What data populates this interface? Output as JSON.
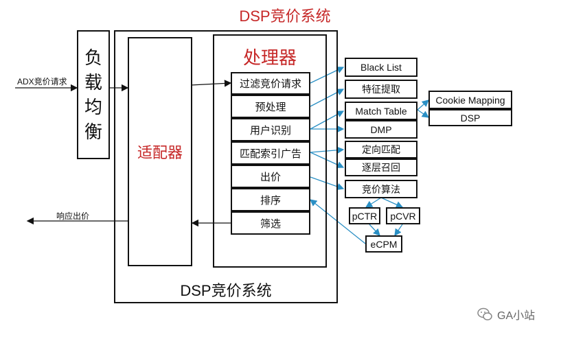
{
  "title_top": "DSP竞价系统",
  "title_bottom": "DSP竞价系统",
  "input_label": "ADX竞价请求",
  "output_label": "响应出价",
  "load_balancer": [
    "负",
    "载",
    "均",
    "衡"
  ],
  "adapter": "适配器",
  "processor": {
    "title": "处理器",
    "steps": [
      "过滤竞价请求",
      "预处理",
      "用户识别",
      "匹配索引广告",
      "出价",
      "排序",
      "筛选"
    ]
  },
  "modules": {
    "black_list": "Black List",
    "feature": "特征提取",
    "match_table": "Match Table",
    "dmp": "DMP",
    "cookie_mapping": "Cookie Mapping",
    "dsp": "DSP",
    "targeting": "定向匹配",
    "recall": "逐层召回",
    "bidding_algo": "竞价算法",
    "pctr": "pCTR",
    "pcvr": "pCVR",
    "ecpm": "eCPM"
  },
  "watermark": "GA小站",
  "colors": {
    "accent": "#c62828",
    "arrow": "#2a8fc4",
    "line": "#111111"
  }
}
